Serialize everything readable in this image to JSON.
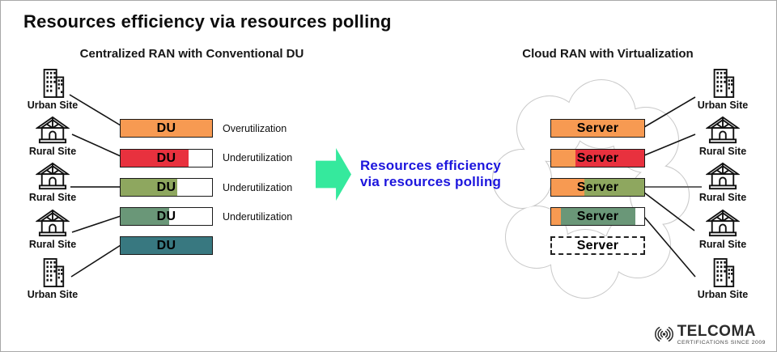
{
  "title": "Resources efficiency via resources polling",
  "left_panel": {
    "heading": "Centralized RAN with Conventional DU",
    "sites": [
      {
        "label": "Urban Site",
        "type": "urban"
      },
      {
        "label": "Rural Site",
        "type": "rural"
      },
      {
        "label": "Rural Site",
        "type": "rural"
      },
      {
        "label": "Rural Site",
        "type": "rural"
      },
      {
        "label": "Urban Site",
        "type": "urban"
      }
    ],
    "bars": [
      {
        "label": "DU",
        "status": "Overutilization",
        "fill_percent": 100,
        "color": "#F79A52"
      },
      {
        "label": "DU",
        "status": "Underutilization",
        "fill_percent": 74,
        "color": "#E8313E"
      },
      {
        "label": "DU",
        "status": "Underutilization",
        "fill_percent": 62,
        "color": "#8EA75F"
      },
      {
        "label": "DU",
        "status": "Underutilization",
        "fill_percent": 53,
        "color": "#6A9778"
      },
      {
        "label": "DU",
        "status": "",
        "fill_percent": 100,
        "color": "#387880"
      }
    ]
  },
  "center": {
    "caption_line1": "Resources efficiency",
    "caption_line2": "via resources polling",
    "caption_color": "#1c15dd",
    "arrow_color": "#35E99D"
  },
  "right_panel": {
    "heading": "Cloud RAN with Virtualization",
    "sites": [
      {
        "label": "Urban Site",
        "type": "urban"
      },
      {
        "label": "Rural Site",
        "type": "rural"
      },
      {
        "label": "Rural Site",
        "type": "rural"
      },
      {
        "label": "Rural Site",
        "type": "rural"
      },
      {
        "label": "Urban Site",
        "type": "urban"
      }
    ],
    "servers": [
      {
        "label": "Server",
        "dashed": false,
        "segments": [
          {
            "color": "#F79A52",
            "percent": 100
          }
        ]
      },
      {
        "label": "Server",
        "dashed": false,
        "segments": [
          {
            "color": "#F79A52",
            "percent": 26
          },
          {
            "color": "#E8313E",
            "percent": 74
          }
        ]
      },
      {
        "label": "Server",
        "dashed": false,
        "segments": [
          {
            "color": "#F79A52",
            "percent": 36
          },
          {
            "color": "#8EA75F",
            "percent": 64
          }
        ]
      },
      {
        "label": "Server",
        "dashed": false,
        "segments": [
          {
            "color": "#F79A52",
            "percent": 10
          },
          {
            "color": "#6A9778",
            "percent": 80
          }
        ]
      },
      {
        "label": "Server",
        "dashed": true,
        "segments": []
      }
    ]
  },
  "logo": {
    "name": "TELCOMA",
    "tagline": "CERTIFICATIONS SINCE 2009"
  }
}
